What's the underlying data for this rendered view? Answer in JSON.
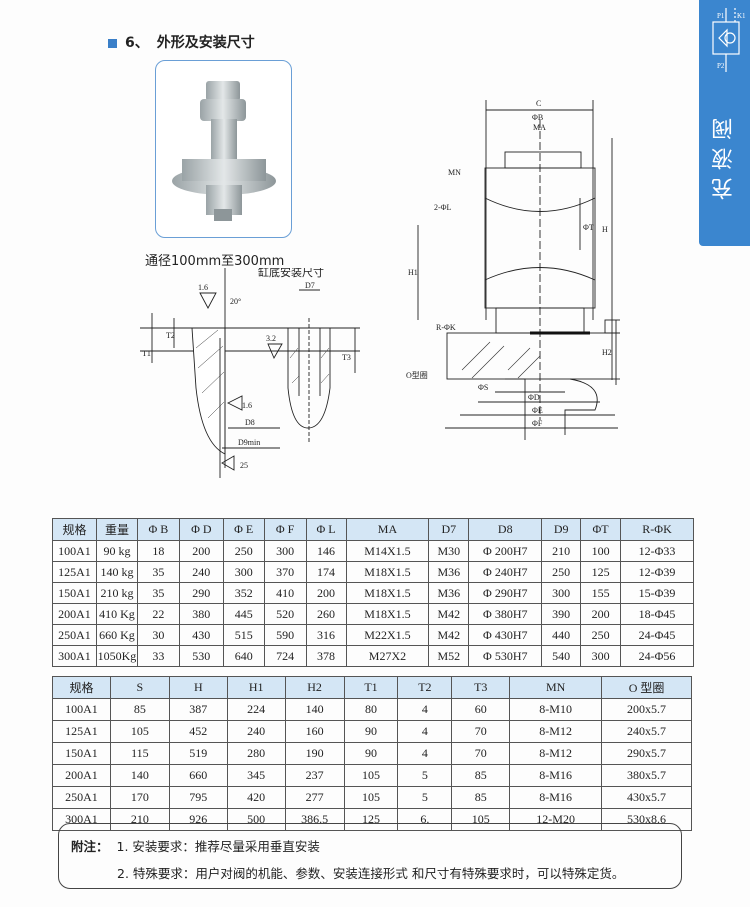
{
  "section": {
    "number": "6、",
    "title": "外形及安装尺寸"
  },
  "side_tab": {
    "title": "充液阀",
    "symbol_labels": [
      "P1",
      "K1",
      "P2"
    ]
  },
  "photo_caption": "通径100mm至300mm",
  "install_drawing": {
    "title": "缸底安装尺寸",
    "labels": [
      "1.6",
      "20°",
      "D7",
      "3.2",
      "T2",
      "T1",
      "T3",
      "1.6",
      "D8",
      "D9min",
      "25"
    ]
  },
  "valve_drawing": {
    "labels": [
      "C",
      "ΦB",
      "MA",
      "MN",
      "2-ΦL",
      "ΦT",
      "H",
      "H1",
      "R-ΦK",
      "H2",
      "O型圈",
      "ΦS",
      "ΦD",
      "ΦE",
      "ΦF"
    ]
  },
  "table1": {
    "headers": [
      "规格",
      "重量",
      "Φ B",
      "Φ D",
      "Φ E",
      "Φ F",
      "Φ L",
      "MA",
      "D7",
      "D8",
      "D9",
      "ΦT",
      "R-ΦK"
    ],
    "rows": [
      [
        "100A1",
        "90 kg",
        "18",
        "200",
        "250",
        "300",
        "146",
        "M14X1.5",
        "M30",
        "Φ 200H7",
        "210",
        "100",
        "12-Φ33"
      ],
      [
        "125A1",
        "140 kg",
        "35",
        "240",
        "300",
        "370",
        "174",
        "M18X1.5",
        "M36",
        "Φ 240H7",
        "250",
        "125",
        "12-Φ39"
      ],
      [
        "150A1",
        "210 kg",
        "35",
        "290",
        "352",
        "410",
        "200",
        "M18X1.5",
        "M36",
        "Φ 290H7",
        "300",
        "155",
        "15-Φ39"
      ],
      [
        "200A1",
        "410 Kg",
        "22",
        "380",
        "445",
        "520",
        "260",
        "M18X1.5",
        "M42",
        "Φ 380H7",
        "390",
        "200",
        "18-Φ45"
      ],
      [
        "250A1",
        "660 Kg",
        "30",
        "430",
        "515",
        "590",
        "316",
        "M22X1.5",
        "M42",
        "Φ 430H7",
        "440",
        "250",
        "24-Φ45"
      ],
      [
        "300A1",
        "1050Kg",
        "33",
        "530",
        "640",
        "724",
        "378",
        "M27X2",
        "M52",
        "Φ 530H7",
        "540",
        "300",
        "24-Φ56"
      ]
    ]
  },
  "table2": {
    "headers": [
      "规格",
      "S",
      "H",
      "H1",
      "H2",
      "T1",
      "T2",
      "T3",
      "MN",
      "O 型圈"
    ],
    "rows": [
      [
        "100A1",
        "85",
        "387",
        "224",
        "140",
        "80",
        "4",
        "60",
        "8-M10",
        "200x5.7"
      ],
      [
        "125A1",
        "105",
        "452",
        "240",
        "160",
        "90",
        "4",
        "70",
        "8-M12",
        "240x5.7"
      ],
      [
        "150A1",
        "115",
        "519",
        "280",
        "190",
        "90",
        "4",
        "70",
        "8-M12",
        "290x5.7"
      ],
      [
        "200A1",
        "140",
        "660",
        "345",
        "237",
        "105",
        "5",
        "85",
        "8-M16",
        "380x5.7"
      ],
      [
        "250A1",
        "170",
        "795",
        "420",
        "277",
        "105",
        "5",
        "85",
        "8-M16",
        "430x5.7"
      ],
      [
        "300A1",
        "210",
        "926",
        "500",
        "386.5",
        "125",
        "6.",
        "105",
        "12-M20",
        "530x8.6"
      ]
    ]
  },
  "notes": {
    "label": "附注：",
    "items": [
      "1. 安装要求：推荐尽量采用垂直安装",
      "2. 特殊要求：用户对阀的机能、参数、安装连接形式 和尺寸有特殊要求时，可以特殊定货。"
    ]
  },
  "colors": {
    "accent": "#3b86cf",
    "header_bg": "#d4e6f5"
  }
}
